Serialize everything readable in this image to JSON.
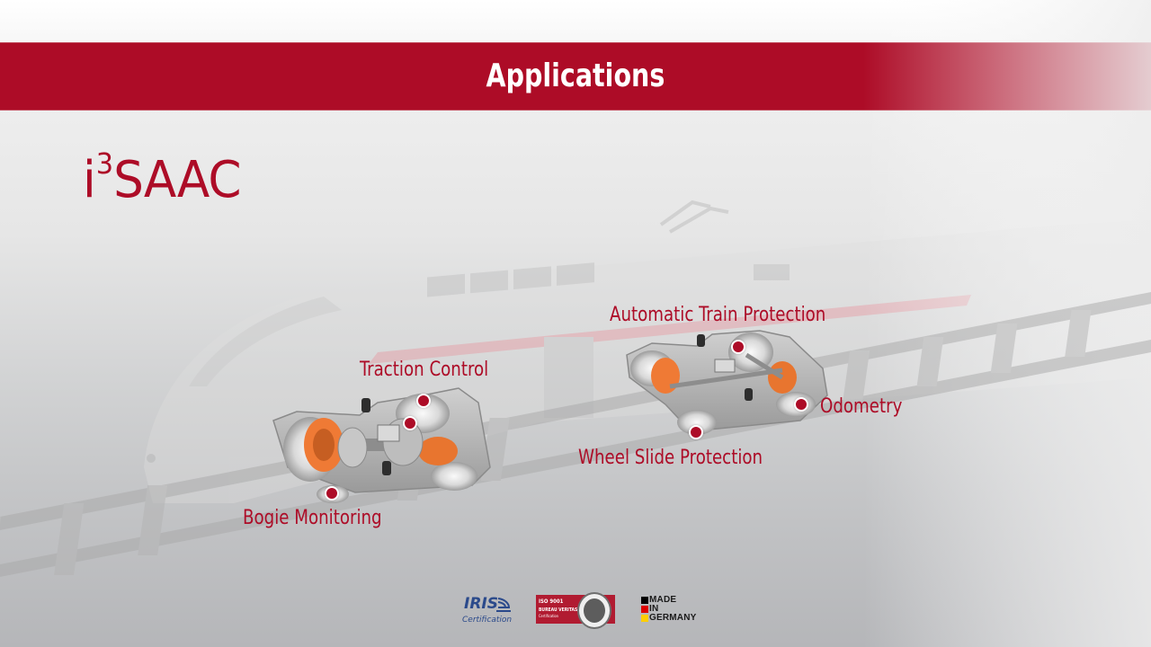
{
  "header": {
    "title": "Applications",
    "band_color": "#ad0c27"
  },
  "brand": {
    "prefix": "i",
    "superscript": "3",
    "name": "SAAC",
    "color": "#ad0c27"
  },
  "scene": {
    "background_description": "Faded regional train on railway track",
    "bogies": [
      {
        "id": "left-bogie",
        "description": "Bogie with traction motor and orange brake discs"
      },
      {
        "id": "right-bogie",
        "description": "Trailing bogie with orange brake discs"
      }
    ]
  },
  "applications": [
    {
      "label": "Traction Control",
      "marker_color": "#ad0c27"
    },
    {
      "label": "Bogie Monitoring",
      "marker_color": "#ad0c27"
    },
    {
      "label": "Automatic Train Protection",
      "marker_color": "#ad0c27"
    },
    {
      "label": "Odometry",
      "marker_color": "#ad0c27"
    },
    {
      "label": "Wheel Slide Protection",
      "marker_color": "#ad0c27"
    }
  ],
  "footer": {
    "iris": {
      "name": "IRIS",
      "caption": "Certification",
      "color": "#2b4a8b"
    },
    "bureau_veritas": {
      "line1": "ISO 9001",
      "line2": "BUREAU VERITAS",
      "line3": "Certification",
      "color": "#b11b31"
    },
    "made_in_germany": {
      "line1": "MADE",
      "line2": "IN",
      "line3": "GERMANY",
      "flag_colors": [
        "#000000",
        "#dd0000",
        "#ffce00"
      ]
    }
  }
}
